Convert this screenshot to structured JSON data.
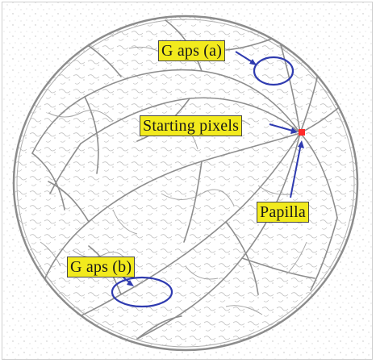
{
  "figure": {
    "labels": {
      "gaps_a": "G aps (a)",
      "starting_pixels": "Starting pixels",
      "papilla": "Papilla",
      "gaps_b": "G aps (b)"
    },
    "colors": {
      "label_fill": "#f2ea1d",
      "annotation_blue": "#2f3bb0",
      "start_marker": "#ff2a2a",
      "vessel_lines": "#9a9a9a"
    }
  }
}
